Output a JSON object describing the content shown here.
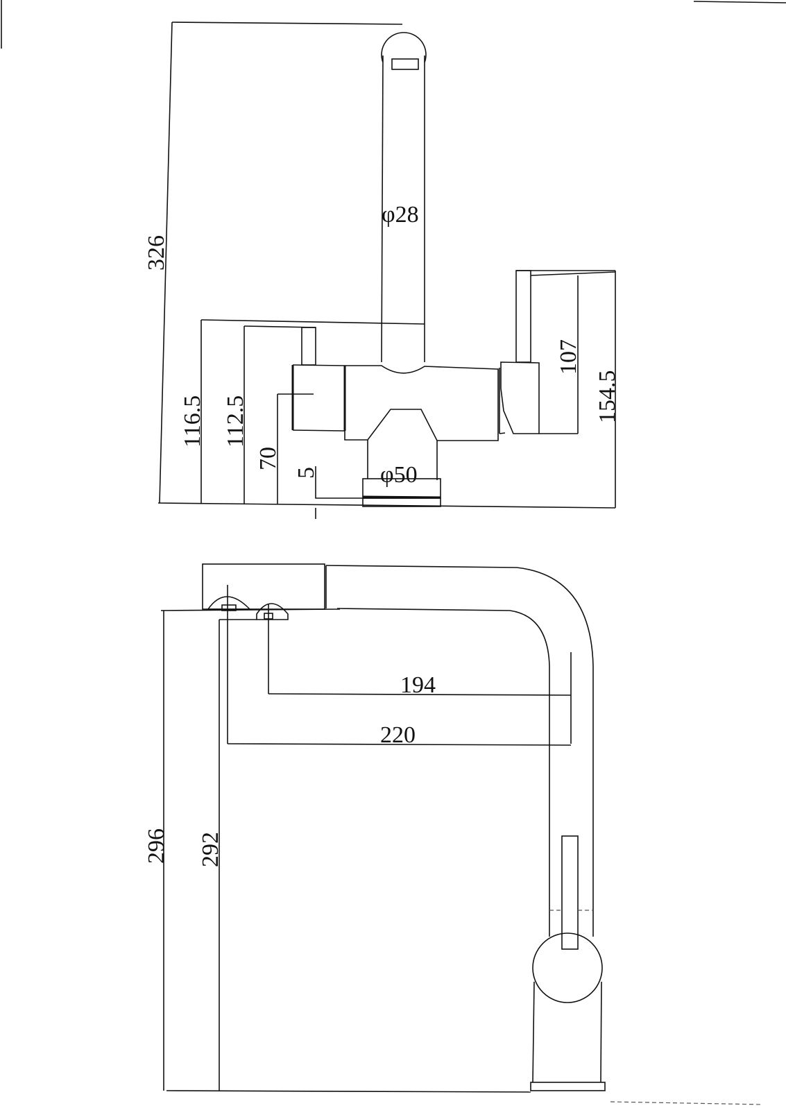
{
  "drawing": {
    "title": "Faucet dimension drawing",
    "top_view": {
      "dimensions": {
        "overall_height": "326",
        "spout_diameter": "φ28",
        "spout_base_height": "116.5",
        "handle_height": "112.5",
        "body_center_height": "70",
        "base_ring_height": "5",
        "base_diameter": "φ50",
        "right_handle_height": "107",
        "right_overall_height": "154.5"
      }
    },
    "side_view": {
      "dimensions": {
        "total_height": "296",
        "inner_height": "292",
        "reach_inner": "194",
        "reach_outer": "220"
      }
    },
    "colors": {
      "line": "#111111",
      "background": "#ffffff"
    }
  }
}
